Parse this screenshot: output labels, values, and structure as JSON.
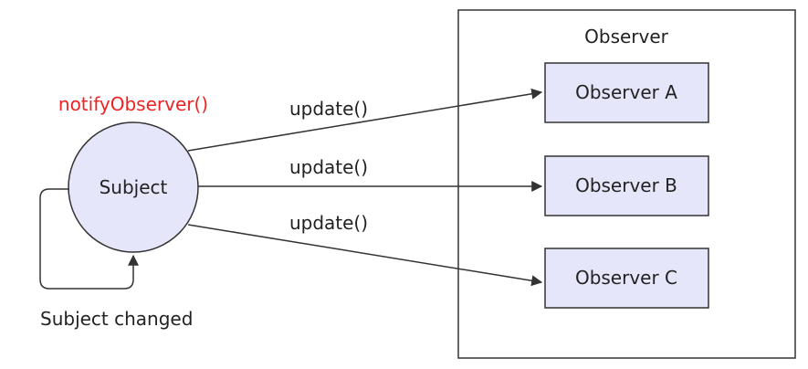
{
  "diagram": {
    "container": {
      "title": "Observer"
    },
    "subject": {
      "label": "Subject",
      "method_label": "notifyObserver()",
      "self_loop_label": "Subject changed"
    },
    "observers": [
      {
        "label": "Observer A"
      },
      {
        "label": "Observer B"
      },
      {
        "label": "Observer C"
      }
    ],
    "edges": [
      {
        "label": "update()"
      },
      {
        "label": "update()"
      },
      {
        "label": "update()"
      }
    ],
    "colors": {
      "fill": "#e6e6fa",
      "stroke": "#333333",
      "method_label": "#ee2222",
      "text": "#222222"
    }
  }
}
